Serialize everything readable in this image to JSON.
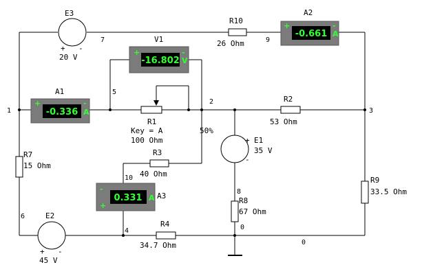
{
  "components": {
    "E3": {
      "name": "E3",
      "value": "20 V",
      "plus": "+",
      "minus": "-"
    },
    "E2": {
      "name": "E2",
      "value": "45 V",
      "plus": "+",
      "minus": "-"
    },
    "E1": {
      "name": "E1",
      "value": "35 V",
      "plus": "+",
      "minus": "-"
    },
    "R10": {
      "name": "R10",
      "value": "26 Ohm"
    },
    "R2": {
      "name": "R2",
      "value": "53 Ohm"
    },
    "R7": {
      "name": "R7",
      "value": "15 Ohm"
    },
    "R3": {
      "name": "R3",
      "value": "40 Ohm"
    },
    "R4": {
      "name": "R4",
      "value": "34.7 Ohm"
    },
    "R8": {
      "name": "R8",
      "value": "67 Ohm"
    },
    "R9": {
      "name": "R9",
      "value": "33.5 Ohm"
    },
    "R1": {
      "name": "R1",
      "key": "Key = A",
      "value": "100 Ohm",
      "percent": "50%"
    }
  },
  "meters": {
    "A1": {
      "name": "A1",
      "reading": "-0.336",
      "unit": "A",
      "plus": "+",
      "minus": "-"
    },
    "A2": {
      "name": "A2",
      "reading": "-0.661",
      "unit": "A",
      "plus": "+",
      "minus": "-"
    },
    "A3": {
      "name": "A3",
      "reading": "0.331",
      "unit": "A",
      "plus": "+",
      "minus": "-"
    },
    "V1": {
      "name": "V1",
      "reading": "-16.802",
      "unit": "V",
      "plus": "+",
      "minus": "-"
    }
  },
  "nodes": {
    "n0": "0",
    "n0b": "0",
    "n1": "1",
    "n2": "2",
    "n3": "3",
    "n4": "4",
    "n5": "5",
    "n6": "6",
    "n7": "7",
    "n8": "8",
    "n9": "9",
    "n10": "10"
  }
}
